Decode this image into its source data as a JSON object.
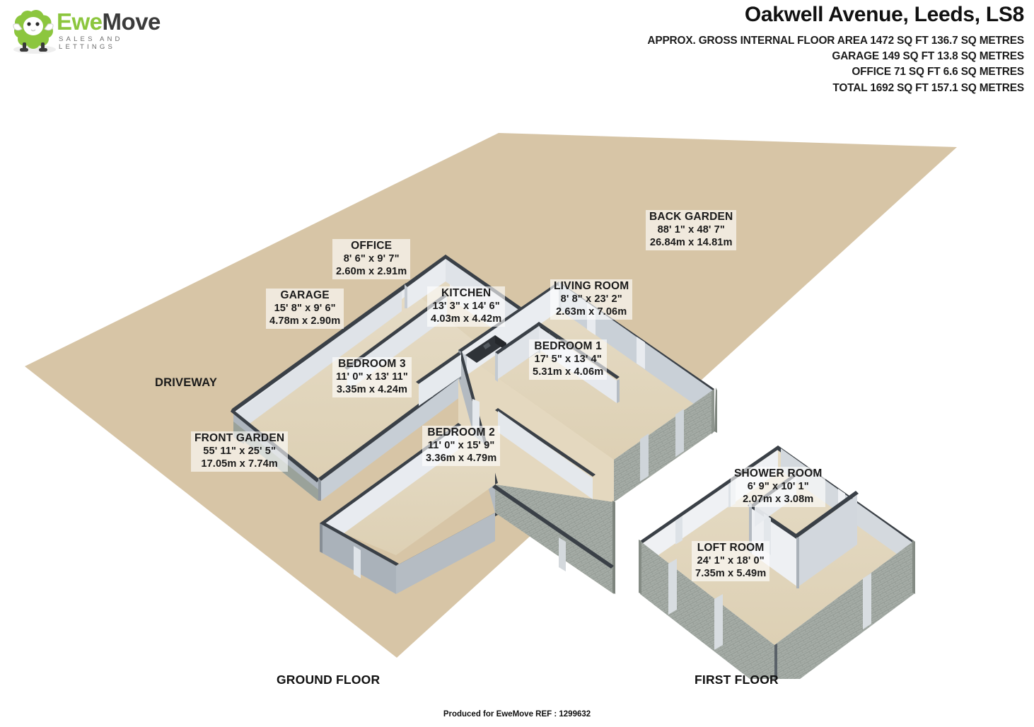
{
  "logo": {
    "brand_ewe": "Ewe",
    "brand_move": "Move",
    "tagline": "SALES AND LETTINGS",
    "sheep_green": "#8cc63e"
  },
  "header": {
    "address": "Oakwell Avenue, Leeds, LS8",
    "areas": [
      "APPROX. GROSS INTERNAL FLOOR AREA 1472 SQ FT 136.7 SQ METRES",
      "GARAGE 149 SQ FT 13.8 SQ METRES",
      "OFFICE 71 SQ FT 6.6 SQ METRES",
      "TOTAL 1692 SQ FT 157.1 SQ METRES"
    ]
  },
  "colors": {
    "plot": "#d7c5a6",
    "floor": "#e2d6bd",
    "wall_dark": "#3a4047",
    "wall_light": "#e9ecf0",
    "wall_mid": "#aab3bd",
    "wall_ext": "#9aa19b"
  },
  "rooms": [
    {
      "name": "OFFICE",
      "imperial": "8' 6\" x 9' 7\"",
      "metric": "2.60m x 2.91m"
    },
    {
      "name": "GARAGE",
      "imperial": "15' 8\" x 9' 6\"",
      "metric": "4.78m x 2.90m"
    },
    {
      "name": "KITCHEN",
      "imperial": "13' 3\" x 14' 6\"",
      "metric": "4.03m x 4.42m"
    },
    {
      "name": "LIVING ROOM",
      "imperial": "8' 8\" x 23' 2\"",
      "metric": "2.63m x 7.06m"
    },
    {
      "name": "BEDROOM 1",
      "imperial": "17' 5\" x 13' 4\"",
      "metric": "5.31m x 4.06m"
    },
    {
      "name": "BEDROOM 3",
      "imperial": "11' 0\" x 13' 11\"",
      "metric": "3.35m x 4.24m"
    },
    {
      "name": "BEDROOM 2",
      "imperial": "11' 0\" x 15' 9\"",
      "metric": "3.36m x 4.79m"
    },
    {
      "name": "BACK GARDEN",
      "imperial": "88' 1\" x 48' 7\"",
      "metric": "26.84m x 14.81m"
    },
    {
      "name": "FRONT GARDEN",
      "imperial": "55' 11\" x 25' 5\"",
      "metric": "17.05m x 7.74m"
    },
    {
      "name": "SHOWER ROOM",
      "imperial": "6' 9\" x 10' 1\"",
      "metric": "2.07m x 3.08m"
    },
    {
      "name": "LOFT ROOM",
      "imperial": "24' 1\" x 18' 0\"",
      "metric": "7.35m x 5.49m"
    }
  ],
  "driveway": {
    "name": "DRIVEWAY"
  },
  "floors": {
    "ground": "GROUND FLOOR",
    "first": "FIRST FLOOR"
  },
  "footer": "Produced for EweMove   REF : 1299632"
}
